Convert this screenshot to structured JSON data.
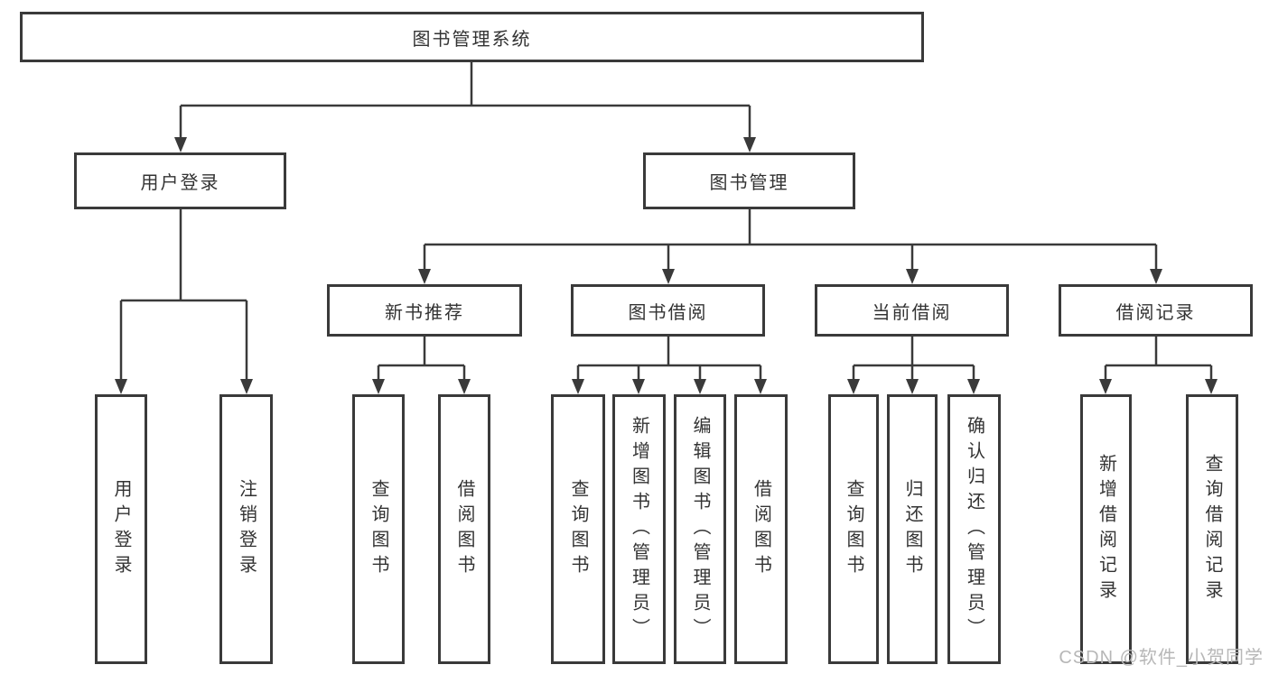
{
  "diagram": {
    "title": "图书管理系统",
    "colors": {
      "line": "#3a3a3a",
      "box_border": "#3a3a3a",
      "text": "#333333",
      "watermark": "#b7b7b7",
      "background": "#ffffff"
    },
    "nodes": {
      "root": {
        "label": "图书管理系统"
      },
      "user_login": {
        "label": "用户登录"
      },
      "book_mgmt": {
        "label": "图书管理"
      },
      "new_book_rec": {
        "label": "新书推荐"
      },
      "book_borrow": {
        "label": "图书借阅"
      },
      "current_borrow": {
        "label": "当前借阅"
      },
      "borrow_records": {
        "label": "借阅记录"
      },
      "leaf_user_login": {
        "label": "用户登录"
      },
      "leaf_logout": {
        "label": "注销登录"
      },
      "leaf_nbr_query": {
        "label": "查询图书"
      },
      "leaf_nbr_borrow": {
        "label": "借阅图书"
      },
      "leaf_bb_query": {
        "label": "查询图书"
      },
      "leaf_bb_add": {
        "label": "新增图书（管理员）"
      },
      "leaf_bb_edit": {
        "label": "编辑图书（管理员）"
      },
      "leaf_bb_borrow": {
        "label": "借阅图书"
      },
      "leaf_cb_query": {
        "label": "查询图书"
      },
      "leaf_cb_return": {
        "label": "归还图书"
      },
      "leaf_cb_confirm": {
        "label": "确认归还（管理员）"
      },
      "leaf_br_add": {
        "label": "新增借阅记录"
      },
      "leaf_br_query": {
        "label": "查询借阅记录"
      }
    },
    "watermark": {
      "text": "CSDN @软件_小贺同学"
    }
  }
}
